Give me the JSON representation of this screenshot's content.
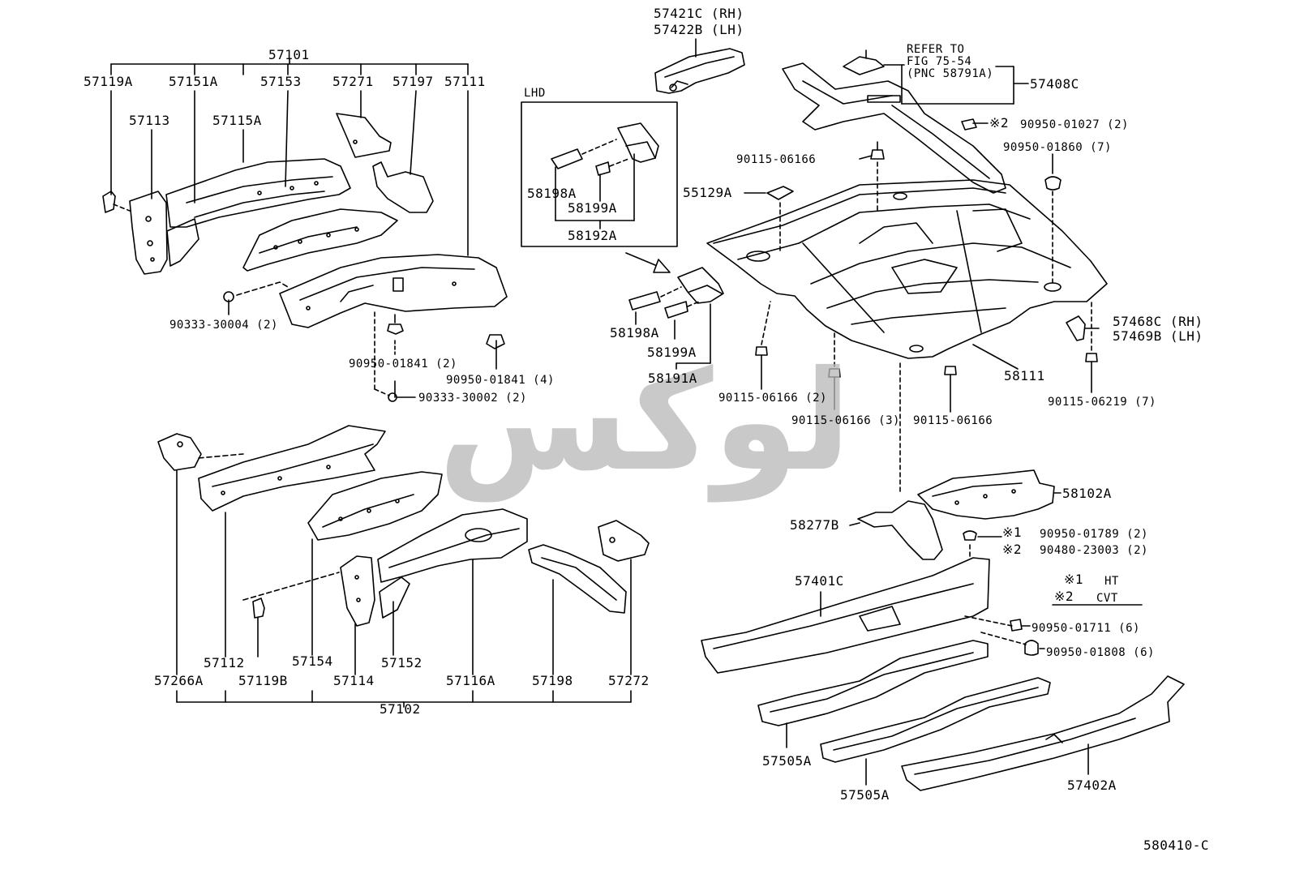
{
  "diagram_id": "580410-C",
  "watermark": "لوکس",
  "lhd_box_title": "LHD",
  "refer": {
    "line1": "REFER TO",
    "line2": "FIG 75-54",
    "line3": "(PNC 58791A)"
  },
  "legend": {
    "mark1": "※1",
    "text1": "HT",
    "mark2": "※2",
    "text2": "CVT"
  },
  "labels": {
    "p57101": "57101",
    "p57119A": "57119A",
    "p57151A": "57151A",
    "p57153": "57153",
    "p57271": "57271",
    "p57197": "57197",
    "p57111": "57111",
    "p57113": "57113",
    "p57115A": "57115A",
    "p90333_30004": "90333-30004 (2)",
    "p90950_01841_2": "90950-01841 (2)",
    "p90950_01841_4": "90950-01841 (4)",
    "p90333_30002": "90333-30002 (2)",
    "p57421C": "57421C (RH)",
    "p57422B": "57422B (LH)",
    "p58198A_1": "58198A",
    "p58199A_1": "58199A",
    "p58192A": "58192A",
    "p58198A_2": "58198A",
    "p58199A_2": "58199A",
    "p58191A": "58191A",
    "p57408C": "57408C",
    "p90950_01027": "90950-01027 (2)",
    "p90950_01860": "90950-01860 (7)",
    "p90115_06166_a": "90115-06166",
    "p55129A": "55129A",
    "p57468C": "57468C (RH)",
    "p57469B": "57469B (LH)",
    "p58111": "58111",
    "p90115_06166_2": "90115-06166 (2)",
    "p90115_06166_3": "90115-06166 (3)",
    "p90115_06166_b": "90115-06166",
    "p90115_06219": "90115-06219 (7)",
    "p58102A": "58102A",
    "p58277B": "58277B",
    "p90950_01789": "90950-01789 (2)",
    "p90480_23003": "90480-23003 (2)",
    "p57401C": "57401C",
    "p90950_01711": "90950-01711 (6)",
    "p90950_01808": "90950-01808 (6)",
    "p57505A_1": "57505A",
    "p57505A_2": "57505A",
    "p57402A": "57402A",
    "p57112": "57112",
    "p57154": "57154",
    "p57152": "57152",
    "p57266A": "57266A",
    "p57119B": "57119B",
    "p57114": "57114",
    "p57116A": "57116A",
    "p57198": "57198",
    "p57272": "57272",
    "p57102": "57102"
  }
}
